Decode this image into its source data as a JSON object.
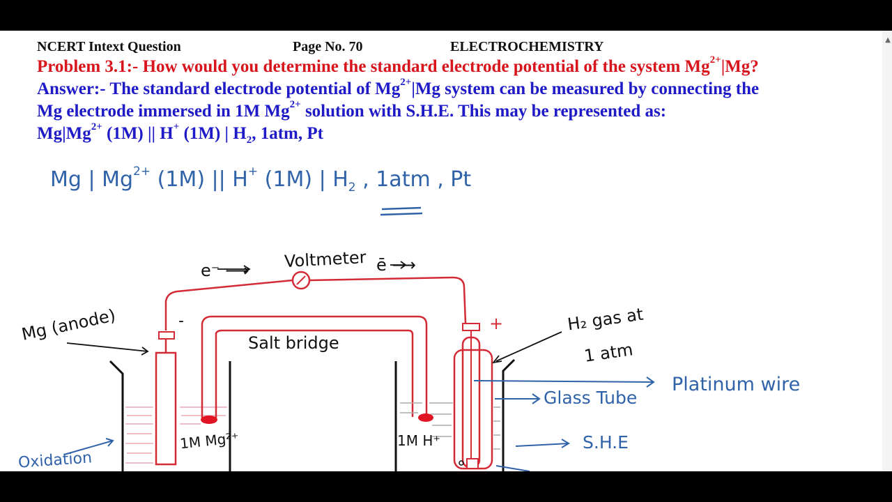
{
  "header": {
    "left": "NCERT Intext Question",
    "center": "Page No. 70",
    "right": "ELECTROCHEMISTRY"
  },
  "problem": {
    "label": "Problem 3.1:-",
    "text_pre": " How would you determine the standard electrode potential of the system Mg",
    "sup": "2+",
    "text_post": "|Mg?"
  },
  "answer": {
    "label": "Answer:-",
    "line1_pre": " The standard electrode potential of Mg",
    "line1_sup": "2+",
    "line1_post": "|Mg system can be measured by connecting the",
    "line2_pre": "Mg electrode immersed in 1M Mg",
    "line2_sup": "2+",
    "line2_post": " solution with S.H.E. This may be represented as:",
    "cell_a": "Mg|Mg",
    "cell_sup1": "2+",
    "cell_b": " (1M) || H",
    "cell_sup2": "+",
    "cell_c": " (1M) | H",
    "cell_sub": "2",
    "cell_d": ", 1atm, Pt"
  },
  "handwritten": {
    "notation_a": "Mg | Mg",
    "notation_sup": "2+",
    "notation_b": " (1M) || H",
    "notation_sup2": "+",
    "notation_c": " (1M) | H",
    "notation_sub": "2",
    "notation_d": " , 1atm , Pt"
  },
  "diagram": {
    "electron_left": "e⁻ ⟶",
    "voltmeter": "Voltmeter",
    "electron_right": "ē ⟶",
    "minus": "-",
    "plus": "+",
    "anode": "Mg (anode)",
    "salt_bridge": "Salt bridge",
    "h2_gas_1": "H₂ gas at",
    "h2_gas_2": "1 atm",
    "platinum": "Platinum wire",
    "glass_tube": "Glass Tube",
    "she": "S.H.E",
    "left_solution": "1M Mg²⁺",
    "right_solution": "1M H⁺",
    "oxidation": "Oxidation"
  },
  "colors": {
    "red": "#d8141c",
    "blue": "#1f1ac8",
    "ink_blue": "#2f62a8",
    "wire_red": "#d42a36"
  }
}
